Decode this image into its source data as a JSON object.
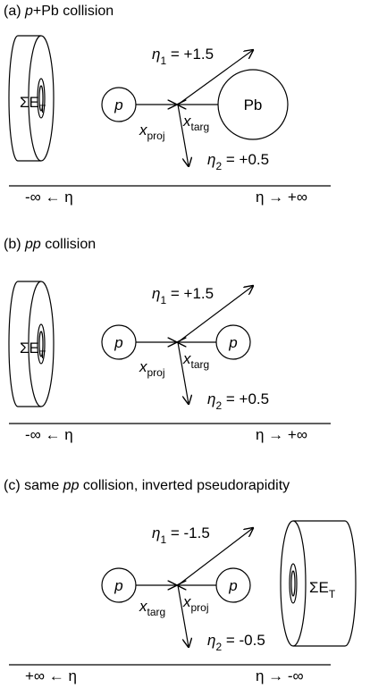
{
  "panels": [
    {
      "label": "(a) ",
      "label_em": "p",
      "label_rest": "+Pb collision",
      "calo_sigma": "ΣE",
      "calo_sub": "T",
      "proj": "p",
      "targ": "Pb",
      "x_left": "x",
      "x_left_sub": "proj",
      "x_right": "x",
      "x_right_sub": "targ",
      "eta1": "η",
      "eta1_sub": "1",
      "eta1_val": " = +1.5",
      "eta2": "η",
      "eta2_sub": "2",
      "eta2_val": " = +0.5",
      "axis_left": "-∞ ← η",
      "axis_right": "η → +∞"
    },
    {
      "label": "(b) ",
      "label_em": "pp",
      "label_rest": " collision",
      "calo_sigma": "ΣE",
      "calo_sub": "T",
      "proj": "p",
      "targ": "p",
      "x_left": "x",
      "x_left_sub": "proj",
      "x_right": "x",
      "x_right_sub": "targ",
      "eta1": "η",
      "eta1_sub": "1",
      "eta1_val": " = +1.5",
      "eta2": "η",
      "eta2_sub": "2",
      "eta2_val": " = +0.5",
      "axis_left": "-∞ ← η",
      "axis_right": "η → +∞"
    },
    {
      "label": "(c) same ",
      "label_em": "pp",
      "label_rest": " collision, inverted pseudorapidity",
      "calo_sigma": "ΣE",
      "calo_sub": "T",
      "proj": "p",
      "targ": "p",
      "x_left": "x",
      "x_left_sub": "targ",
      "x_right": "x",
      "x_right_sub": "proj",
      "eta1": "η",
      "eta1_sub": "1",
      "eta1_val": " = -1.5",
      "eta2": "η",
      "eta2_sub": "2",
      "eta2_val": " = -0.5",
      "axis_left": "+∞ ← η",
      "axis_right": "η → -∞"
    }
  ]
}
